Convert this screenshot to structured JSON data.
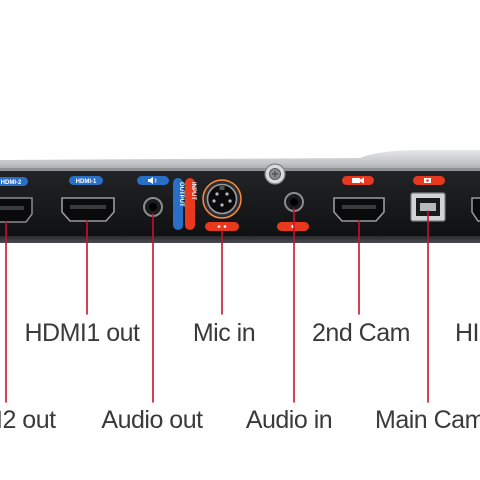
{
  "panel": {
    "port_tags": {
      "hdmi2": "HDMI-2",
      "hdmi1": "HDMI-1",
      "output_switch": "OUTPUT",
      "input_switch": "INPUT"
    }
  },
  "labels": {
    "hdmi2_out": "I2 out",
    "hdmi1_out": "HDMI1 out",
    "audio_out": "Audio out",
    "mic_in": "Mic in",
    "audio_in": "Audio in",
    "second_cam": "2nd Cam",
    "main_cam": "Main Cam",
    "hdmi_partial": "HI"
  },
  "colors": {
    "panel": "#18191b",
    "chrome": "#c9cacc",
    "blue_tag": "#2a6fc6",
    "red_tag": "#e8391f",
    "leader_line": "#c8102e",
    "label_text": "#3a3a3a"
  },
  "icons": {
    "speaker": "speaker-icon",
    "mic_connector": "mini-din-connector-icon",
    "camera": "camera-icon",
    "screw": "screw-icon"
  }
}
